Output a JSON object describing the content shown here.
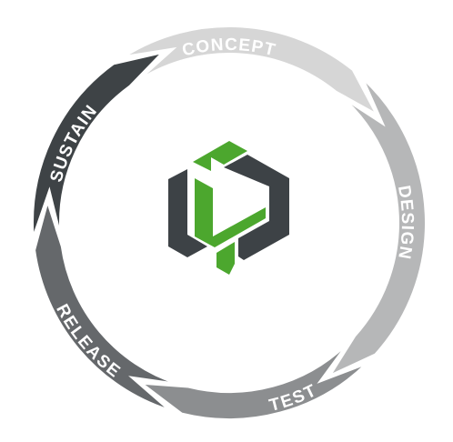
{
  "cycle": {
    "stages": [
      {
        "label": "CONCEPT",
        "color": "#d6d6d6"
      },
      {
        "label": "DESIGN",
        "color": "#b6b7b8"
      },
      {
        "label": "TEST",
        "color": "#8c8e90"
      },
      {
        "label": "RELEASE",
        "color": "#65686b"
      },
      {
        "label": "SUSTAIN",
        "color": "#3e4346"
      }
    ]
  },
  "logo": {
    "green": "#4ca72e",
    "dark": "#3d4246"
  }
}
